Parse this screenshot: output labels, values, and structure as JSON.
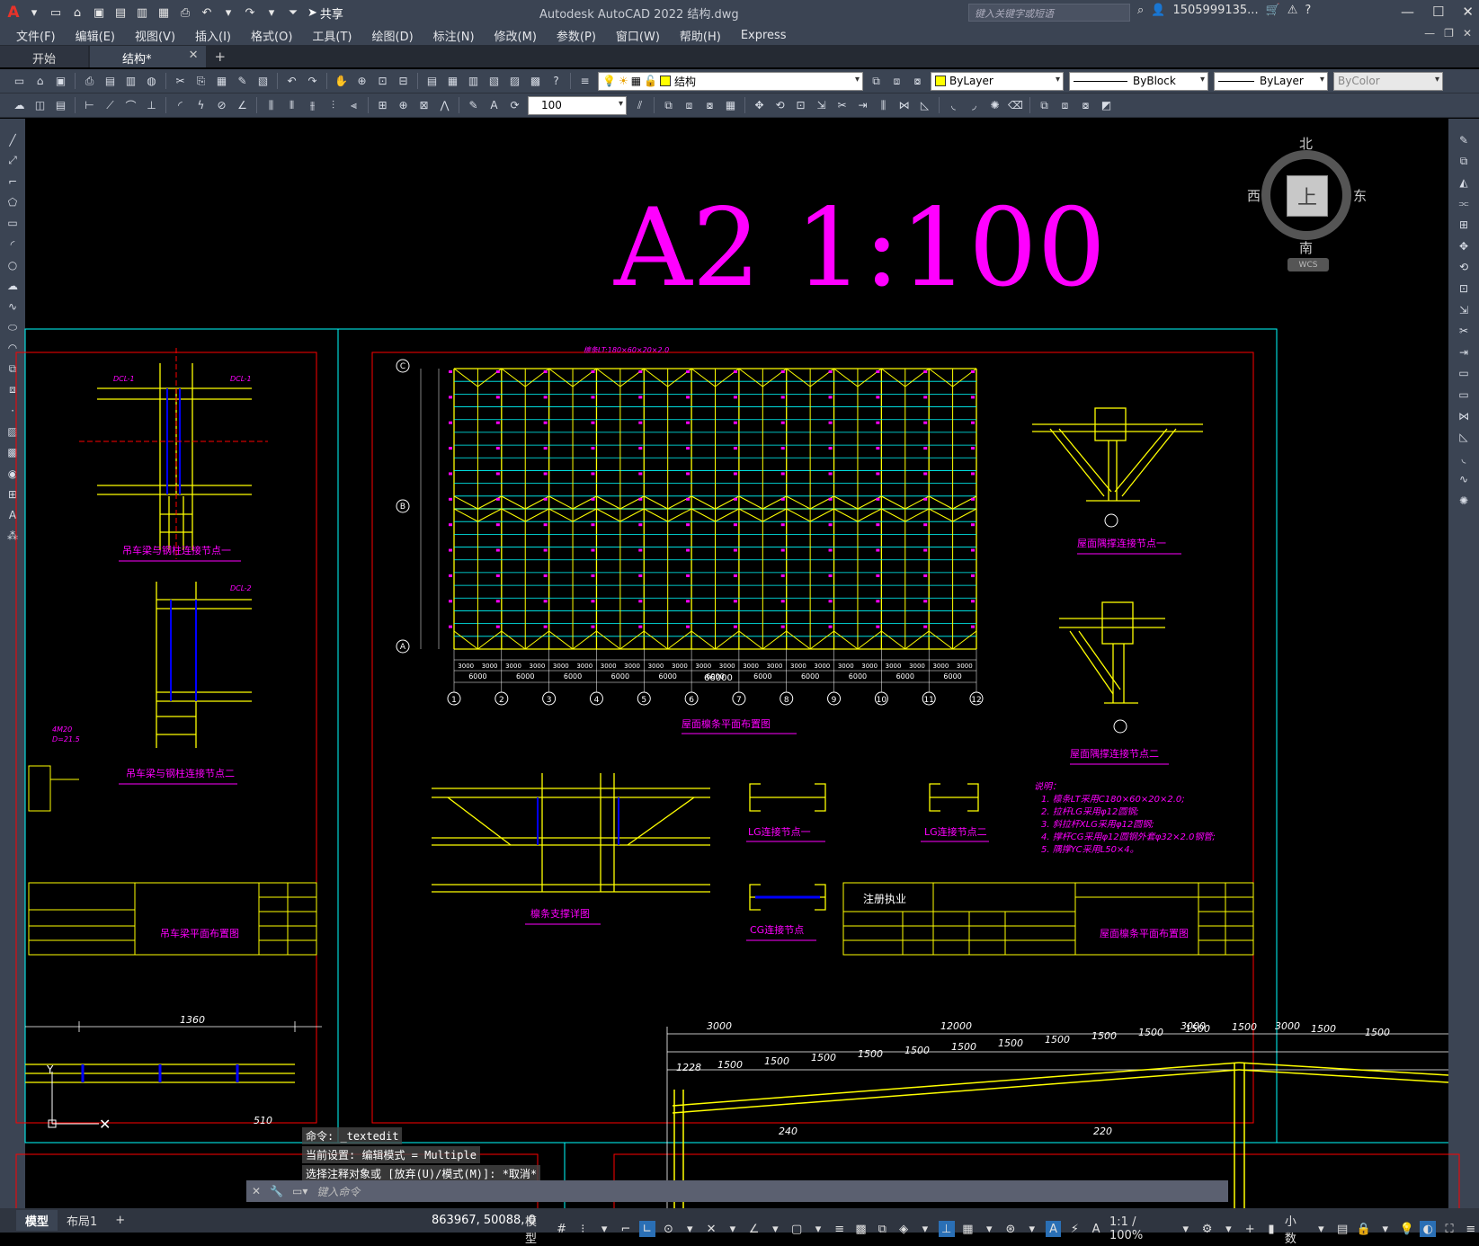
{
  "app": {
    "window_title": "Autodesk AutoCAD 2022    结构.dwg",
    "search_placeholder": "键入关键字或短语",
    "user": "1505999135...",
    "share_label": "共享"
  },
  "menu": [
    "文件(F)",
    "编辑(E)",
    "视图(V)",
    "插入(I)",
    "格式(O)",
    "工具(T)",
    "绘图(D)",
    "标注(N)",
    "修改(M)",
    "参数(P)",
    "窗口(W)",
    "帮助(H)",
    "Express"
  ],
  "tabs": [
    {
      "label": "开始"
    },
    {
      "label": "结构*"
    }
  ],
  "properties": {
    "layer": "结构",
    "color": "ByLayer",
    "linetype": "ByBlock",
    "lineweight": "ByLayer",
    "plotstyle": "ByColor",
    "scale": "100"
  },
  "viewcube": {
    "north": "北",
    "south": "南",
    "east": "东",
    "west": "西",
    "top": "上",
    "wcs": "WCS"
  },
  "drawing": {
    "sheet_label": "A2 1:100",
    "titles": {
      "crane_beam_node1": "吊车梁与钢柱连接节点一",
      "crane_beam_node2": "吊车梁与钢柱连接节点二",
      "crane_beam_plan": "吊车梁平面布置图",
      "roof_purlin_plan": "屋面檩条平面布置图",
      "roof_brace_node1": "屋面隅撑连接节点一",
      "roof_brace_node2": "屋面隅撑连接节点二",
      "purlin_brace_detail": "檩条支撑详图",
      "lg_node1": "LG连接节点一",
      "lg_node2": "LG连接节点二",
      "cg_node": "CG连接节点",
      "registered": "注册执业",
      "purlin_top_note": "檩条LT:180×60×20×2.0",
      "total_dim": "66000"
    },
    "notes": [
      "说明：",
      "1. 檩条LT采用C180×60×20×2.0;",
      "2. 拉杆LG采用φ12圆钢;",
      "3. 斜拉杆XLG采用φ12圆钢;",
      "4. 撑杆CG采用φ12圆钢外套φ32×2.0钢管;",
      "5. 隅撑YC采用L50×4。"
    ],
    "grid_numbers": [
      "1",
      "2",
      "3",
      "4",
      "5",
      "6",
      "7",
      "8",
      "9",
      "10",
      "11",
      "12"
    ],
    "grid_letters": [
      "C",
      "B",
      "A"
    ],
    "bay_dims": [
      "6000",
      "6000",
      "6000",
      "6000",
      "6000",
      "6000",
      "6000",
      "6000",
      "6000",
      "6000",
      "6000"
    ],
    "half_dims": [
      "3000",
      "3000",
      "3000",
      "3000",
      "3000",
      "3000",
      "3000",
      "3000",
      "3000",
      "3000",
      "3000",
      "3000",
      "3000",
      "3000",
      "3000",
      "3000",
      "3000",
      "3000",
      "3000",
      "3000",
      "3000",
      "3000"
    ],
    "lower_dims": {
      "d1360": "1360",
      "d510": "510",
      "d3000a": "3000",
      "d12000": "12000",
      "d3000b": "3000",
      "d3000c": "3000",
      "d1228": "1228",
      "d1500": "1500",
      "d240": "240",
      "d220": "220"
    }
  },
  "command": {
    "history": [
      "命令: _textedit",
      "当前设置: 编辑模式 = Multiple",
      "选择注释对象或 [放弃(U)/模式(M)]: *取消*"
    ],
    "placeholder": "键入命令"
  },
  "status": {
    "layouts": [
      "模型",
      "布局1"
    ],
    "coords": "863967, 50088, 0",
    "model": "模型",
    "scale": "1:1 / 100%",
    "units": "小数"
  },
  "colors": {
    "magenta": "#ff00ff",
    "yellow": "#ffff00",
    "cyan": "#00ffff",
    "red": "#ff0000",
    "blue": "#0000ff",
    "green": "#00ff00"
  }
}
